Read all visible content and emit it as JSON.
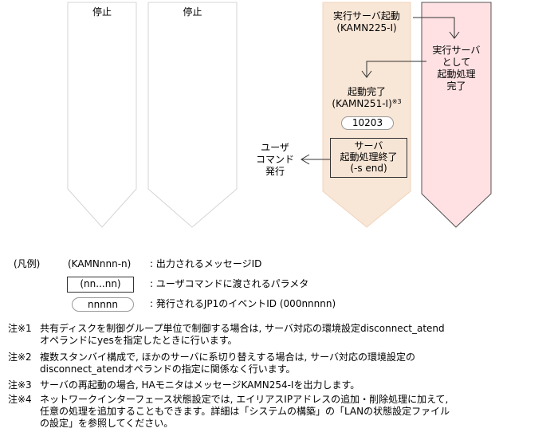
{
  "diagram": {
    "columns": [
      {
        "id": "col1",
        "status_label": "停止",
        "fill": "#ffffff",
        "stroke": "#d4d4d4"
      },
      {
        "id": "col2",
        "status_label": "停止",
        "fill": "#ffffff",
        "stroke": "#d4d4d4"
      },
      {
        "id": "col3",
        "fill": "#f8e6d6",
        "stroke": "#f0d4bc"
      },
      {
        "id": "col4",
        "fill": "#ffe1e3",
        "stroke": "#555555"
      }
    ],
    "col3": {
      "start_label": "実行サーバ起動",
      "start_msg": "(KAMN225-I)",
      "done_label": "起動完了",
      "done_msg": "(KAMN251-I)",
      "done_note_ref": "※3",
      "event_id": "10203",
      "param_line1": "サーバ",
      "param_line2": "起動処理終了",
      "param_line3": "(-s end)"
    },
    "col4": {
      "line1": "実行サーバ",
      "line2": "として",
      "line3": "起動処理",
      "line4": "完了"
    },
    "user_command": {
      "line1": "ユーザ",
      "line2": "コマンド",
      "line3": "発行"
    }
  },
  "legend": {
    "title": "(凡例)",
    "items": [
      {
        "symbol": "(KAMNnnn-n)",
        "desc": ": 出力されるメッセージID"
      },
      {
        "symbol": "(nn...nn)",
        "desc": ": ユーザコマンドに渡されるパラメタ"
      },
      {
        "symbol": "nnnnn",
        "desc": ": 発行されるJP1のイベントID (000nnnnn)"
      }
    ]
  },
  "notes": [
    {
      "key": "注※1",
      "lines": [
        "共有ディスクを制御グループ単位で制御する場合は, サーバ対応の環境設定disconnect_atend",
        "オペランドにyesを指定したときに行います。"
      ]
    },
    {
      "key": "注※2",
      "lines": [
        "複数スタンバイ構成で, ほかのサーバに系切り替えする場合は, サーバ対応の環境設定の",
        "disconnect_atendオペランドの指定に関係なく行います。"
      ]
    },
    {
      "key": "注※3",
      "lines": [
        "サーバの再起動の場合, HAモニタはメッセージKAMN254-Iを出力します。"
      ]
    },
    {
      "key": "注※4",
      "lines": [
        "ネットワークインターフェース状態設定では, エイリアスIPアドレスの追加・削除処理に加えて,",
        "任意の処理を追加することもできます。詳細は「システムの構築」の「LANの状態設定ファイル",
        "の設定」を参照してください。"
      ]
    }
  ]
}
